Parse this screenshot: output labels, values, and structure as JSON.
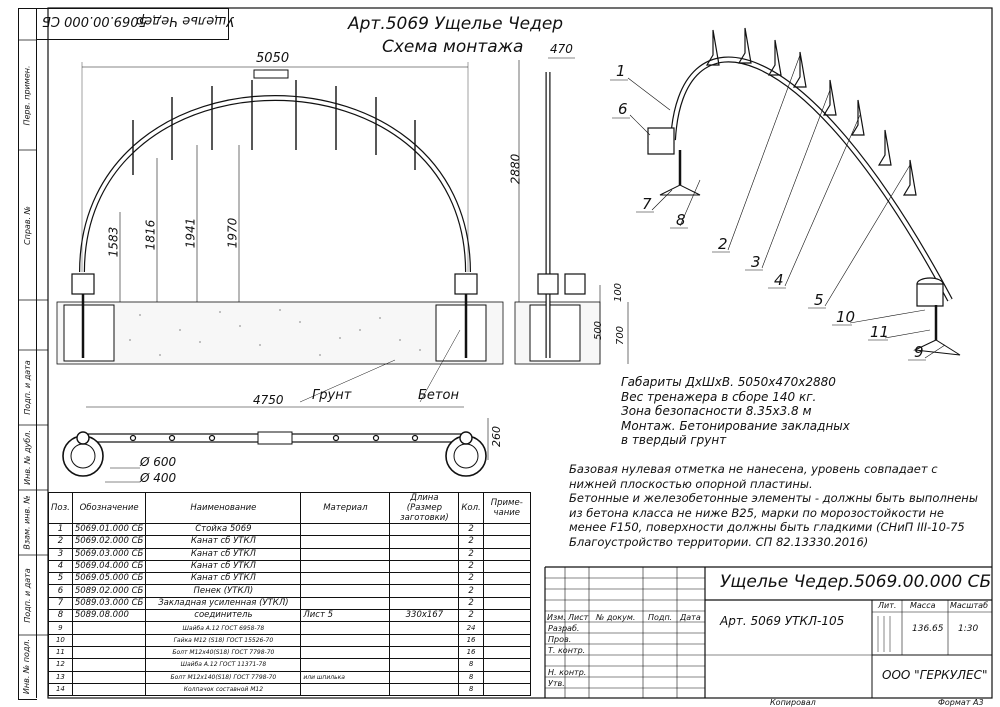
{
  "side_stamp": {
    "designation_mirrored": "5069.00.000 СБ",
    "subtitle_mirrored": "Ущелье Чедер"
  },
  "side_labels": [
    "Перв. примен.",
    "Справ. №",
    "Подп. и дата",
    "Инв. № дубл.",
    "Взам. инв. №",
    "Подп. и дата",
    "Инв. № подл."
  ],
  "title": {
    "line1": "Арт.5069 Ущелье Чедер",
    "line2": "Схема монтажа"
  },
  "dimensions": {
    "width_main": "5050",
    "depth": "470",
    "height": "2880",
    "h1": "1583",
    "h2": "1816",
    "h3": "1941",
    "h4": "1970",
    "plan_length": "4750",
    "plan_width": "260",
    "d600": "Ø 600",
    "d400": "Ø 400",
    "v100": "100",
    "v500": "500",
    "v700": "700"
  },
  "labels": {
    "ground": "Грунт",
    "concrete": "Бетон"
  },
  "callouts": [
    "1",
    "2",
    "3",
    "4",
    "5",
    "6",
    "7",
    "8",
    "9",
    "10",
    "11"
  ],
  "specs_block": [
    "Габариты ДхШхВ. 5050х470х2880",
    "Вес тренажера в сборе 140 кг.",
    "Зона безопасности  8.35х3.8 м",
    "Монтаж. Бетонирование закладных",
    "в твердый грунт"
  ],
  "notes": [
    "Базовая нулевая отметка не нанесена, уровень совпадает с",
    "нижней плоскостью опорной пластины.",
    "Бетонные и железобетонные элементы - должны быть выполнены",
    "из бетона класса не ниже В25, марки по морозостойкости не",
    "менее F150, поверхности должны быть гладкими (СНиП III-10-75",
    "Благоустройство территории. СП 82.13330.2016)"
  ],
  "spec_table": {
    "headers": [
      "Поз.",
      "Обозначение",
      "Наименование",
      "Материал",
      "Длина (Размер заготовки)",
      "Кол.",
      "Приме-чание"
    ],
    "rows": [
      {
        "pos": "1",
        "code": "5069.01.000 СБ",
        "name": "Стойка  5069",
        "mat": "",
        "len": "",
        "qty": "2",
        "note": "",
        "small": false
      },
      {
        "pos": "2",
        "code": "5069.02.000 СБ",
        "name": "Канат сб УТКЛ",
        "mat": "",
        "len": "",
        "qty": "2",
        "note": "",
        "small": false
      },
      {
        "pos": "3",
        "code": "5069.03.000 СБ",
        "name": "Канат сб УТКЛ",
        "mat": "",
        "len": "",
        "qty": "2",
        "note": "",
        "small": false
      },
      {
        "pos": "4",
        "code": "5069.04.000 СБ",
        "name": "Канат сб УТКЛ",
        "mat": "",
        "len": "",
        "qty": "2",
        "note": "",
        "small": false
      },
      {
        "pos": "5",
        "code": "5069.05.000 СБ",
        "name": "Канат сб УТКЛ",
        "mat": "",
        "len": "",
        "qty": "2",
        "note": "",
        "small": false
      },
      {
        "pos": "6",
        "code": "5089.02.000 СБ",
        "name": "Пенек (УТКЛ)",
        "mat": "",
        "len": "",
        "qty": "2",
        "note": "",
        "small": false
      },
      {
        "pos": "7",
        "code": "5089.03.000 СБ",
        "name": "Закладная усиленная (УТКЛ)",
        "mat": "",
        "len": "",
        "qty": "2",
        "note": "",
        "small": false
      },
      {
        "pos": "8",
        "code": "5089.08.000",
        "name": "соединитель",
        "mat": "Лист 5",
        "len": "330х167",
        "qty": "2",
        "note": "",
        "small": false
      },
      {
        "pos": "9",
        "code": "",
        "name": "Шайба А.12 ГОСТ 6958-78",
        "mat": "",
        "len": "",
        "qty": "24",
        "note": "",
        "small": true
      },
      {
        "pos": "10",
        "code": "",
        "name": "Гайка М12 (S18) ГОСТ 15526-70",
        "mat": "",
        "len": "",
        "qty": "16",
        "note": "",
        "small": true
      },
      {
        "pos": "11",
        "code": "",
        "name": "Болт М12х40(S18) ГОСТ 7798-70",
        "mat": "",
        "len": "",
        "qty": "16",
        "note": "",
        "small": true
      },
      {
        "pos": "12",
        "code": "",
        "name": "Шайба А.12 ГОСТ 11371-78",
        "mat": "",
        "len": "",
        "qty": "8",
        "note": "",
        "small": true
      },
      {
        "pos": "13",
        "code": "",
        "name": "Болт М12х140(S18) ГОСТ 7798-70",
        "mat": "или шпилька",
        "len": "",
        "qty": "8",
        "note": "",
        "small": true
      },
      {
        "pos": "14",
        "code": "",
        "name": "Колпачок составной М12",
        "mat": "",
        "len": "",
        "qty": "8",
        "note": "",
        "small": true
      }
    ]
  },
  "title_block": {
    "designation": "Ущелье Чедер.5069.00.000 СБ",
    "product": "Арт. 5069 УТКЛ-105",
    "row_headers": [
      "Изм.",
      "Лист",
      "№ докум.",
      "Подп.",
      "Дата"
    ],
    "roles": [
      "Разраб.",
      "Пров.",
      "Т. контр.",
      "",
      "Н. контр.",
      "Утв."
    ],
    "lit_label": "Лит.",
    "mass_label": "Масса",
    "scale_label": "Масштаб",
    "mass": "136.65",
    "scale": "1:30",
    "company": "ООО \"ГЕРКУЛЕС\"",
    "copied": "Копировал",
    "format": "Формат А3"
  }
}
